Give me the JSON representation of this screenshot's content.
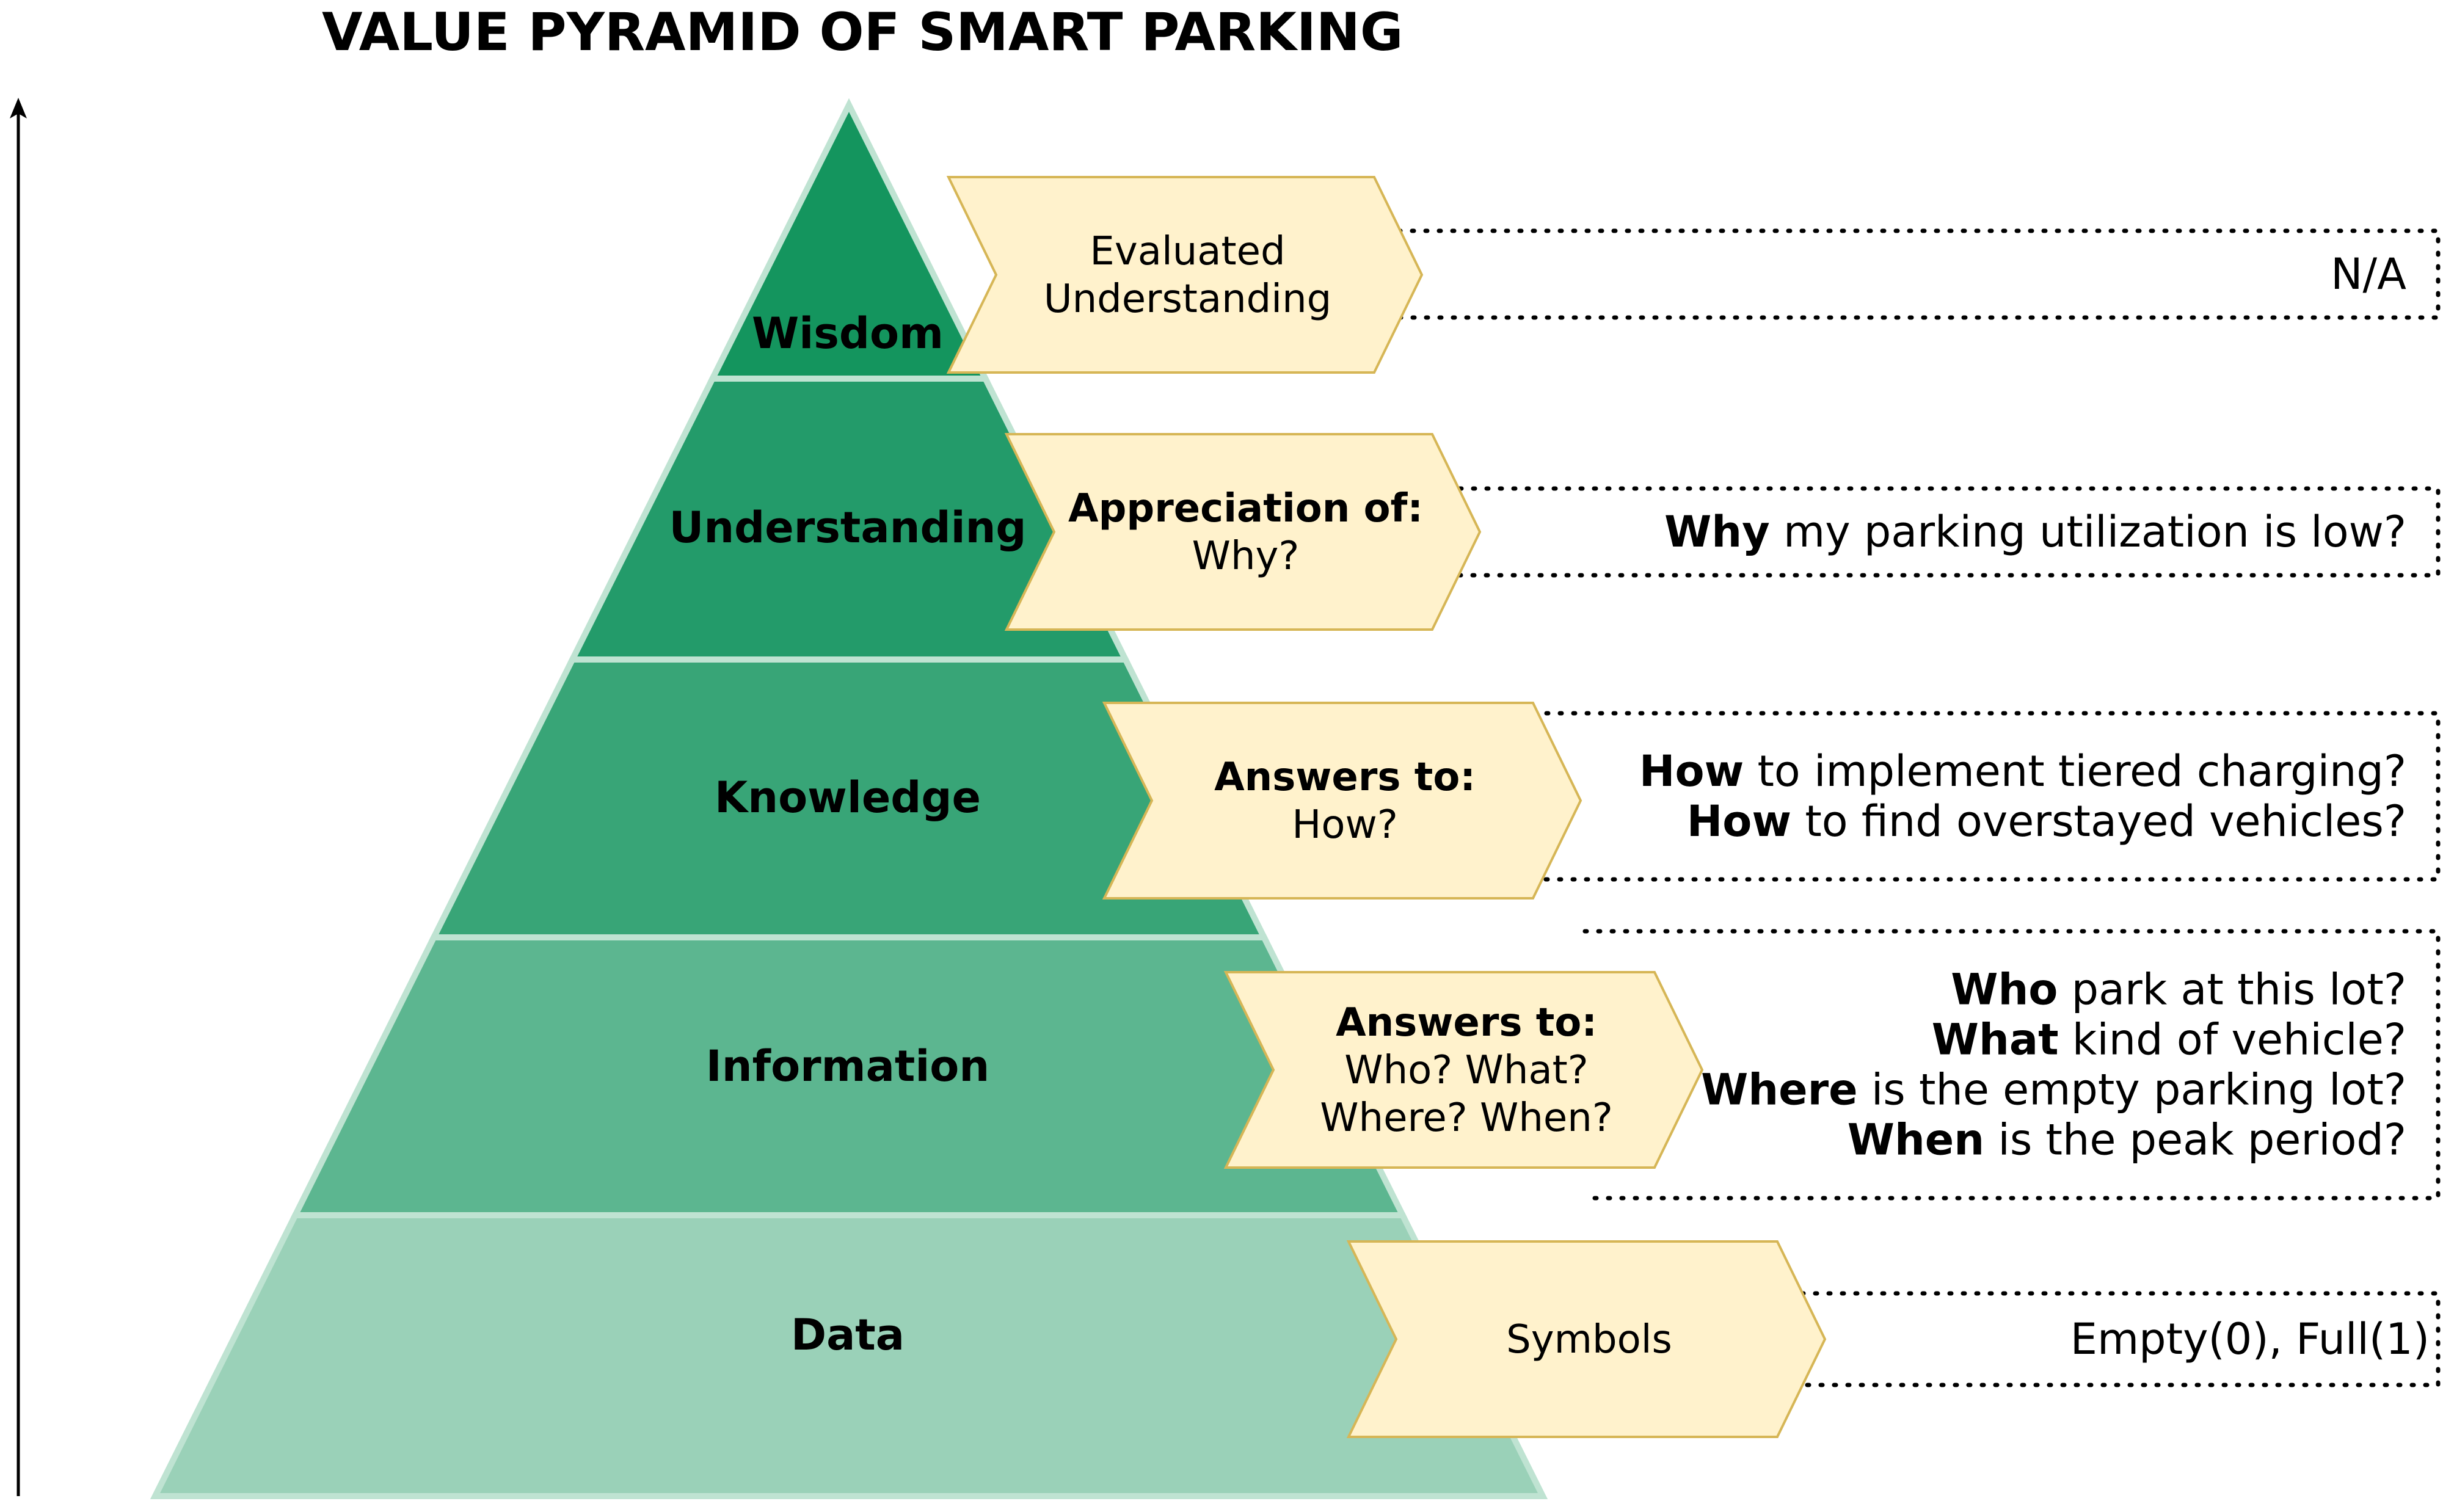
{
  "title": "VALUE PYRAMID OF SMART PARKING",
  "colors": {
    "layer_wisdom": "#14955e",
    "layer_understanding": "#239b6a",
    "layer_knowledge": "#38a577",
    "layer_information": "#5cb690",
    "layer_data": "#9ad1b8",
    "divider": "#bfe3d2",
    "chevron_fill": "#fff2cc",
    "chevron_stroke": "#d6b656"
  },
  "layers": [
    {
      "name": "Wisdom",
      "chevron": {
        "bold": "",
        "lines": [
          "Evaluated",
          "Understanding"
        ]
      },
      "questions": [
        {
          "bold": "",
          "rest": "N/A"
        }
      ]
    },
    {
      "name": "Understanding",
      "chevron": {
        "bold": "Appreciation of:",
        "lines": [
          "Why?"
        ]
      },
      "questions": [
        {
          "bold": "Why",
          "rest": " my parking utilization is low?"
        }
      ]
    },
    {
      "name": "Knowledge",
      "chevron": {
        "bold": "Answers to:",
        "lines": [
          "How?"
        ]
      },
      "questions": [
        {
          "bold": "How",
          "rest": " to implement tiered charging?"
        },
        {
          "bold": "How",
          "rest": " to find overstayed vehicles?"
        }
      ]
    },
    {
      "name": "Information",
      "chevron": {
        "bold": "Answers to:",
        "lines": [
          "Who? What?",
          "Where? When?"
        ]
      },
      "questions": [
        {
          "bold": "Who",
          "rest": " park at this lot?"
        },
        {
          "bold": "What",
          "rest": " kind of vehicle?"
        },
        {
          "bold": "Where",
          "rest": " is the empty parking lot?"
        },
        {
          "bold": "When",
          "rest": " is the peak period?"
        }
      ]
    },
    {
      "name": "Data",
      "chevron": {
        "bold": "",
        "lines": [
          "Symbols"
        ]
      },
      "questions": [
        {
          "bold": "",
          "rest": "Empty(0), Full(1)"
        }
      ]
    }
  ]
}
